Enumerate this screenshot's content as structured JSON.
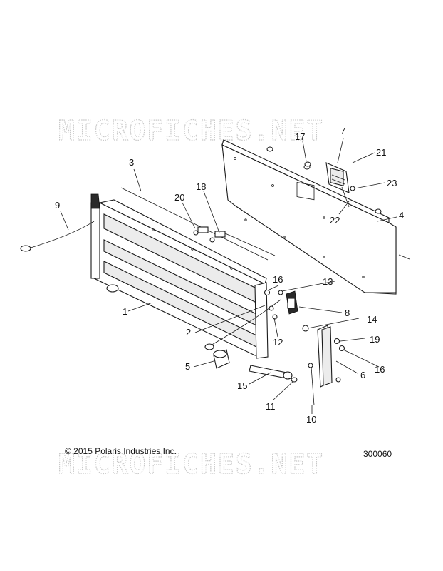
{
  "watermarks": {
    "top": "MICROFICHES.NET",
    "bottom": "MICROFICHES.NET"
  },
  "copyright": "© 2015 Polaris Industries Inc.",
  "figure_number": "300060",
  "callouts": [
    "1",
    "2",
    "3",
    "4",
    "5",
    "6",
    "7",
    "8",
    "9",
    "10",
    "11",
    "12",
    "13",
    "14",
    "15",
    "16",
    "16",
    "17",
    "18",
    "19",
    "20",
    "21",
    "22",
    "23"
  ]
}
